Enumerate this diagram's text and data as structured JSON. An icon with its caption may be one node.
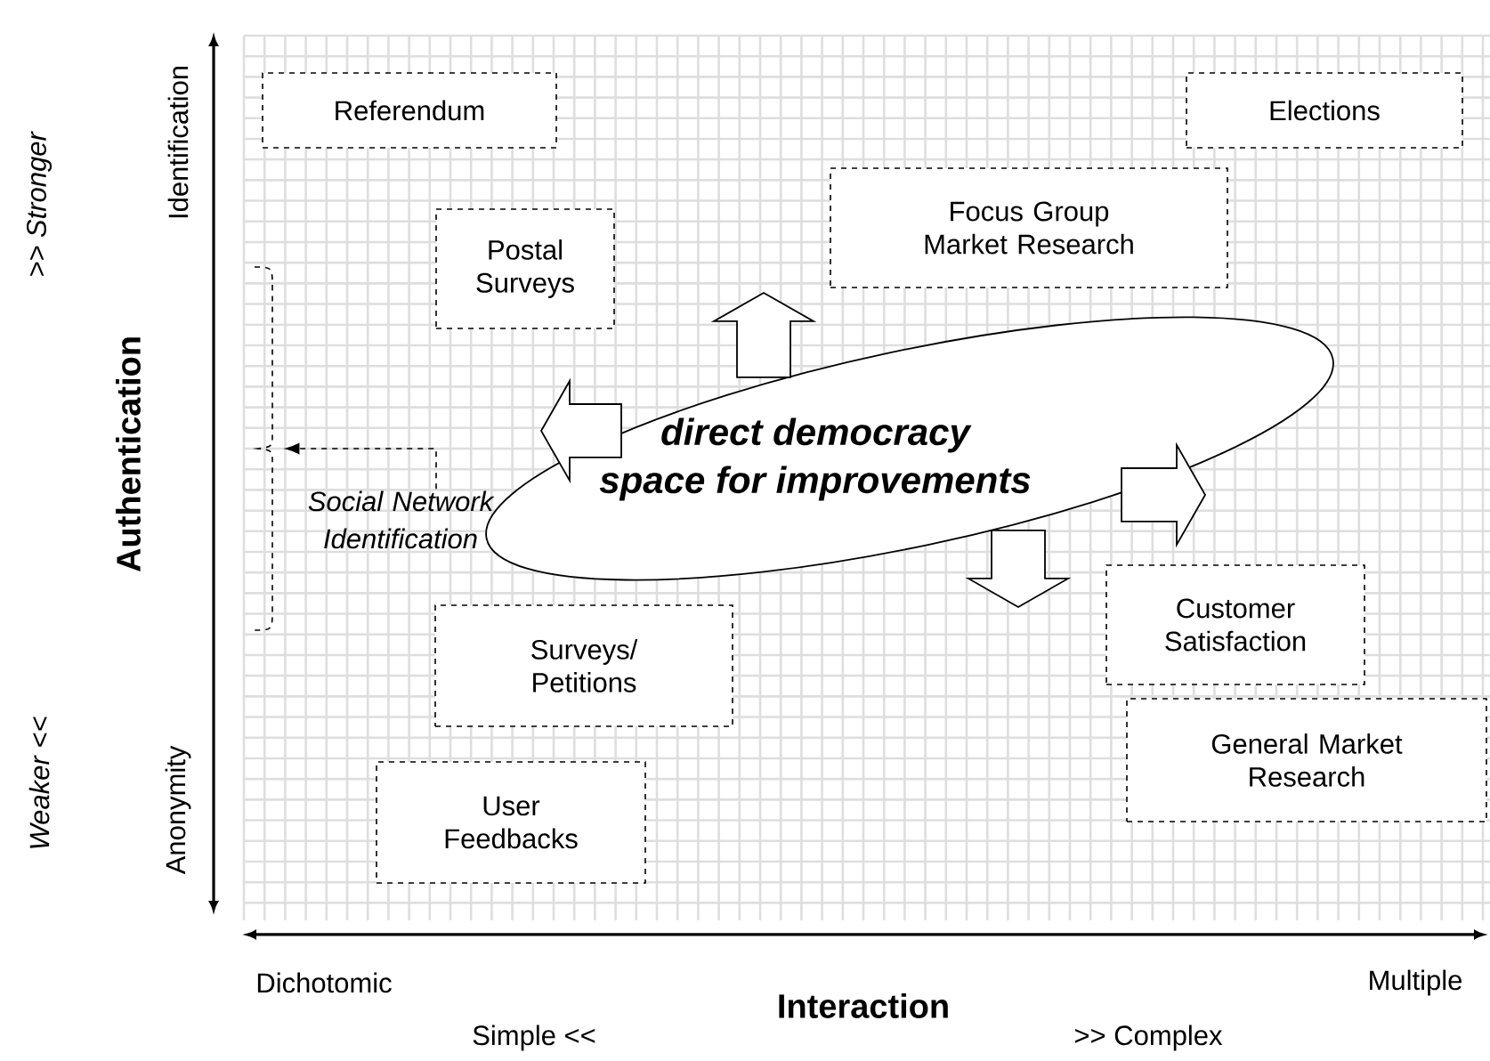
{
  "diagram": {
    "nodes": [
      {
        "text": [
          "Referendum"
        ]
      },
      {
        "text": [
          "Elections"
        ]
      },
      {
        "text": [
          "Focus Group Market Research"
        ]
      },
      {
        "text": [
          "Postal Surveys"
        ]
      },
      {
        "text": [],
        "shape": "bracket"
      },
      {
        "text": [
          "direct democracy space for improvements"
        ]
      },
      {
        "text": [
          "Social Network Identification"
        ]
      },
      {
        "text": [
          "Customer Satisfaction"
        ]
      },
      {
        "text": [
          "Surveys/Petitions"
        ]
      },
      {
        "text": [
          "General Market Research"
        ]
      },
      {
        "text": [
          "User Feedbacks"
        ]
      }
    ],
    "edges": [
      {
        "from": 6,
        "to": 4,
        "arrow": "to",
        "style": "dashed"
      },
      {
        "from": 5,
        "to": 2,
        "arrow": "to"
      },
      {
        "from": 5,
        "to": null,
        "arrow": "to"
      },
      {
        "from": 5,
        "to": null,
        "arrow": "to"
      },
      {
        "from": 5,
        "to": null,
        "arrow": "to"
      }
    ],
    "labels": [
      "Identification",
      "Anonymity",
      "Authentication",
      ">> Stronger",
      "Weaker <<",
      "Dichotomic",
      "Multiple",
      "Interaction",
      "Simple <<",
      ">> Complex"
    ]
  }
}
